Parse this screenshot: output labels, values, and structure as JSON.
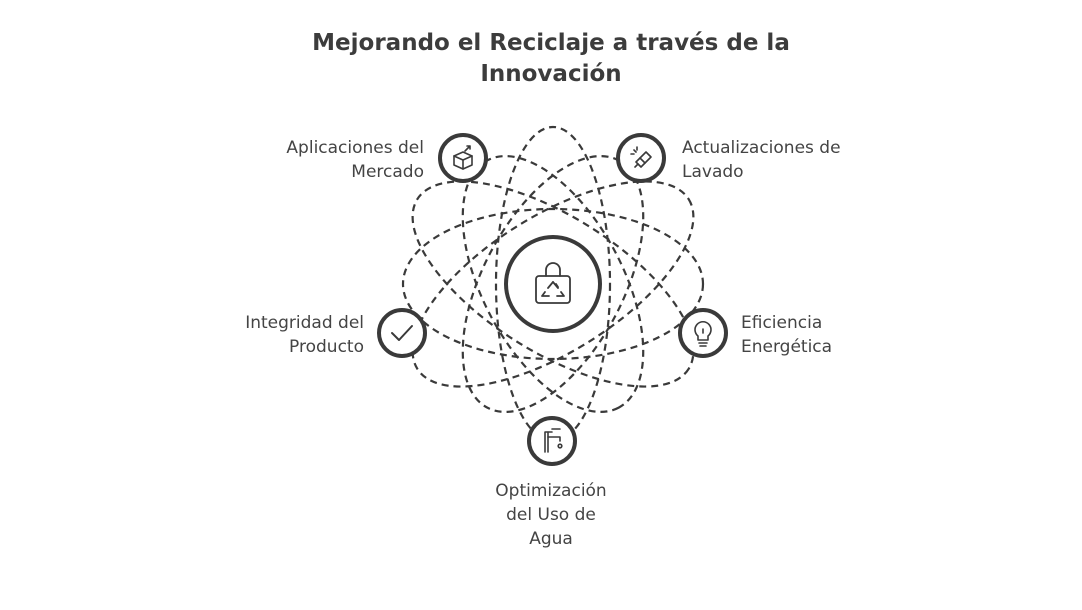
{
  "title": "Mejorando el Reciclaje a través de la Innovación",
  "center": {
    "icon": "recycling-bag-icon"
  },
  "nodes": [
    {
      "label": "Aplicaciones del Mercado",
      "icon": "box-arrow-icon"
    },
    {
      "label": "Actualizaciones de Lavado",
      "icon": "cleaning-brush-icon"
    },
    {
      "label": "Integridad del Producto",
      "icon": "checkmark-icon"
    },
    {
      "label": "Eficiencia Energética",
      "icon": "lightbulb-icon"
    },
    {
      "label": "Optimización del Uso de Agua",
      "icon": "water-tap-icon"
    }
  ],
  "colors": {
    "stroke": "#3a3a3a",
    "text": "#444444",
    "background": "#ffffff"
  }
}
